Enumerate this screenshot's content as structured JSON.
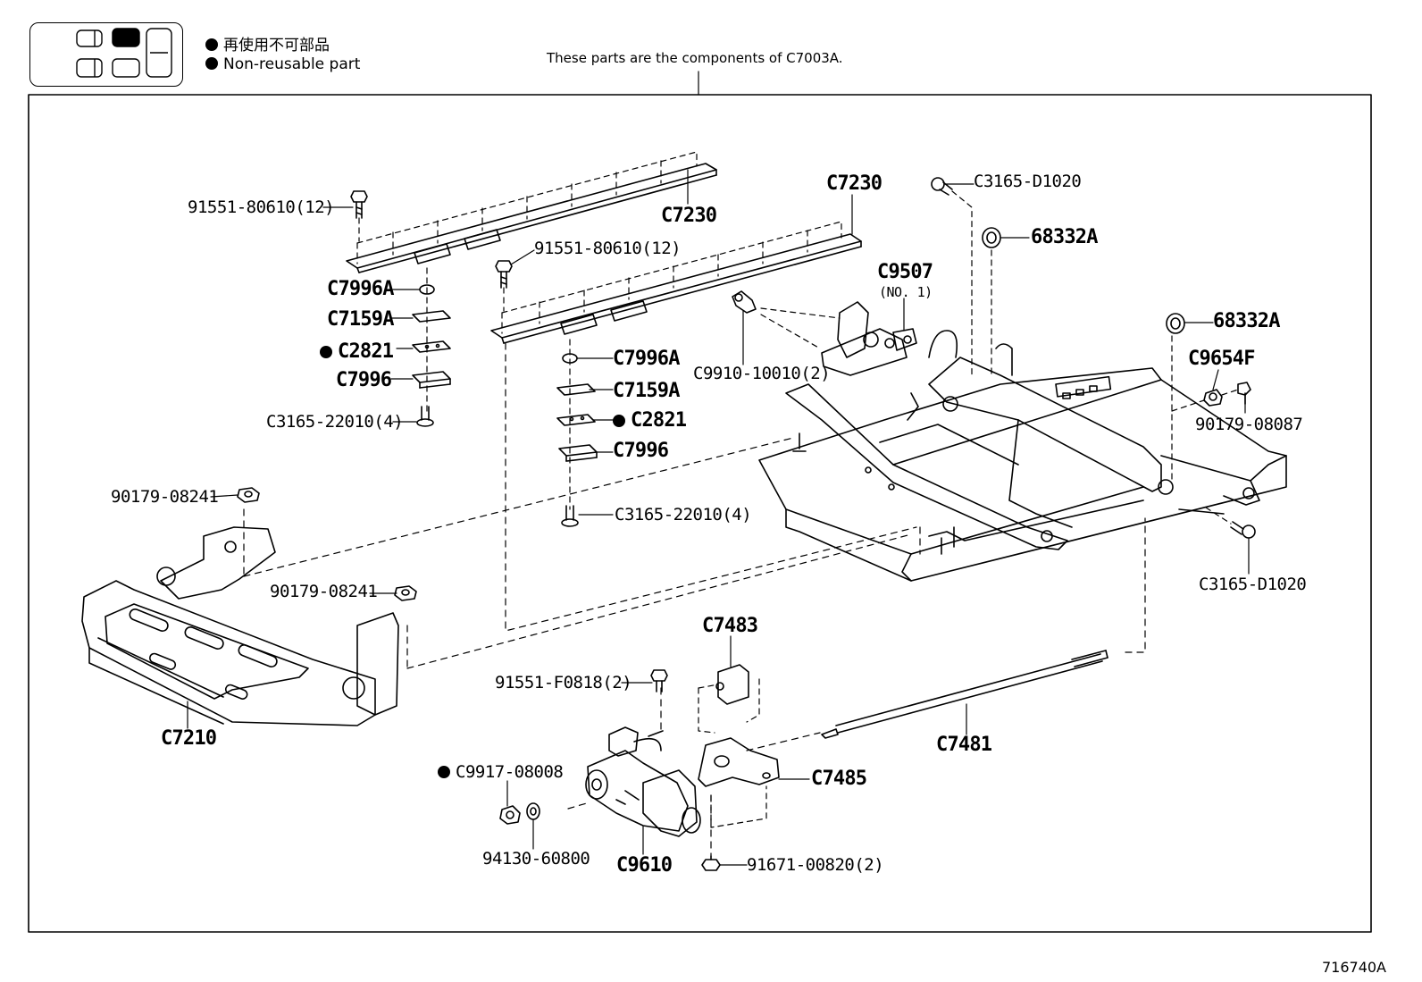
{
  "legend": {
    "line1": "再使用不可部品",
    "line2": "Non-reusable part"
  },
  "note": "These parts are the components of C7003A.",
  "drawing_ref": "716740A",
  "parts": {
    "bolt_91551_80610_left": "91551-80610(12)",
    "rail_c7230_left": "C7230",
    "bolt_91551_80610_right": "91551-80610(12)",
    "rail_c7230_right": "C7230",
    "washer_c7996a_left": "C7996A",
    "plate_c7159a_left": "C7159A",
    "shim_c2821_left": "C2821",
    "plate_c7996_left": "C7996",
    "screw_c3165_22010_left": "C3165-22010(4)",
    "washer_c7996a_right": "C7996A",
    "plate_c7159a_right": "C7159A",
    "shim_c2821_right": "C2821",
    "plate_c7996_right": "C7996",
    "screw_c3165_22010_right": "C3165-22010(4)",
    "bolt_c9910": "C9910-10010(2)",
    "hinge_c9507": "C9507",
    "hinge_c9507_sub": "(NO. 1)",
    "bolt_c3165_d1020_top": "C3165-D1020",
    "bushing_68332a_top": "68332A",
    "bushing_68332a_right": "68332A",
    "nut_c9654f": "C9654F",
    "bolt_90179_08087": "90179-08087",
    "bolt_c3165_d1020_bottom": "C3165-D1020",
    "nut_90179_08241_top": "90179-08241",
    "nut_90179_08241_bottom": "90179-08241",
    "bracket_c7210": "C7210",
    "damper_c7483": "C7483",
    "bolt_91551_f0818": "91551-F0818(2)",
    "nut_c9917": "C9917-08008",
    "washer_94130": "94130-60800",
    "motor_c9610": "C9610",
    "shaft_c7481": "C7481",
    "bracket_c7485": "C7485",
    "bolt_91671": "91671-00820(2)"
  }
}
